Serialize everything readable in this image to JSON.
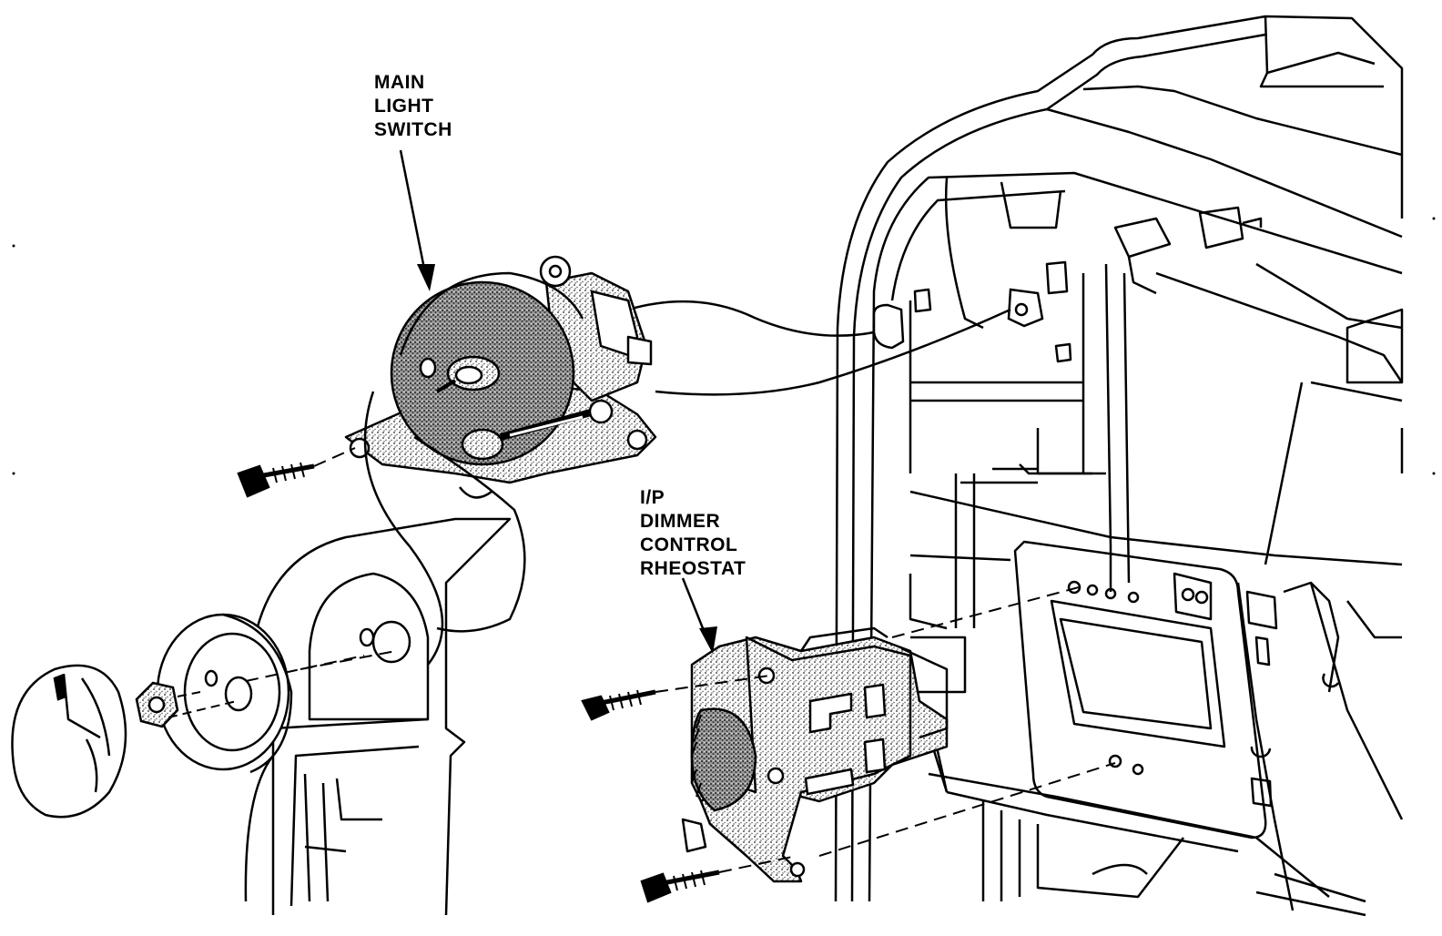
{
  "labels": {
    "main_light_switch": [
      "MAIN",
      "LIGHT",
      "SWITCH"
    ],
    "dimmer_rheostat": [
      "I/P",
      "DIMMER",
      "CONTROL",
      "RHEOSTAT"
    ]
  },
  "colors": {
    "ink": "#000000",
    "paper": "#ffffff",
    "stipple": "#8a8a8a"
  }
}
